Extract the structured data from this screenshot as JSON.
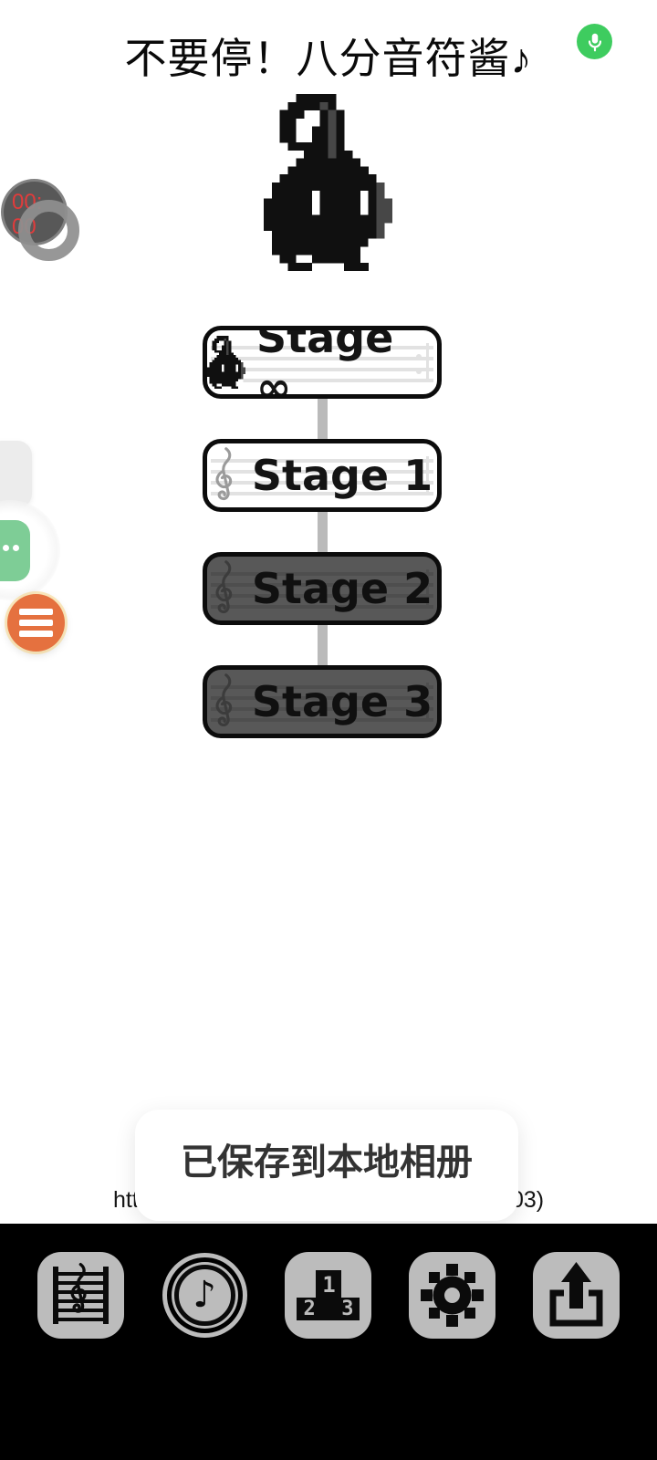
{
  "header": {
    "title": "不要停！八分音符酱♪"
  },
  "mic_button": {
    "icon": "microphone-icon",
    "color": "#3ECC5F"
  },
  "recorder_overlay": {
    "time": "00:00",
    "line1": "00:",
    "line2": "00",
    "text_color": "#E03C3C"
  },
  "side_widgets": {
    "chat_button_icon": "ellipsis-dots-icon",
    "menu_button_icon": "hamburger-icon"
  },
  "stage_list": {
    "stages": [
      {
        "label": "Stage ∞",
        "state": "unlocked",
        "icon": "note-character-icon"
      },
      {
        "label": "Stage 1",
        "state": "unlocked",
        "icon": "treble-clef-icon"
      },
      {
        "label": "Stage 2",
        "state": "locked",
        "icon": "treble-clef-icon"
      },
      {
        "label": "Stage 3",
        "state": "locked",
        "icon": "treble-clef-icon"
      }
    ]
  },
  "toast": {
    "message": "已保存到本地相册"
  },
  "background_text": {
    "left_fragment": "htt",
    "right_fragment": "03)"
  },
  "bottom_bar": {
    "note_glyph": "♪",
    "items": [
      {
        "icon": "music-score-icon"
      },
      {
        "icon": "note-coin-icon"
      },
      {
        "icon": "ranking-podium-icon",
        "ranks": {
          "first": "1",
          "second": "2",
          "third": "3"
        }
      },
      {
        "icon": "settings-gear-icon"
      },
      {
        "icon": "share-upload-icon"
      }
    ]
  },
  "colors": {
    "mic_green": "#3ECC5F",
    "chat_green": "#7ECD96",
    "menu_orange": "#E5713F",
    "locked_gray": "#585858",
    "bar_black": "#000000",
    "icon_gray": "#BCBCBC",
    "timer_red": "#E03C3C"
  }
}
